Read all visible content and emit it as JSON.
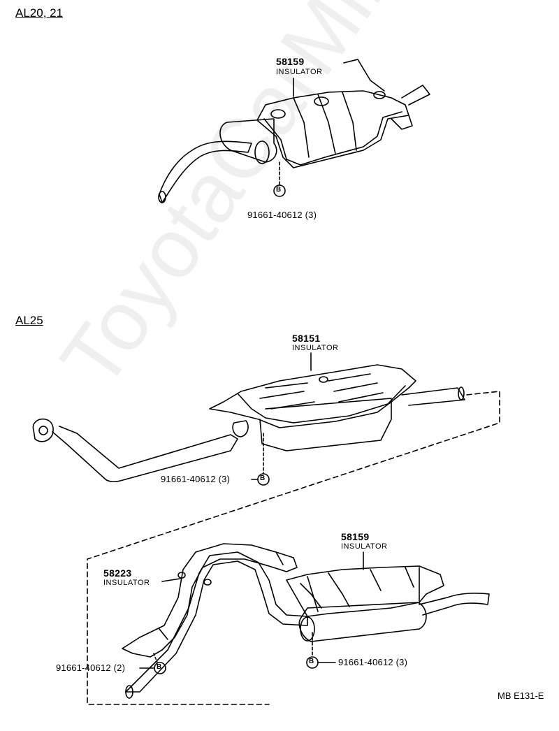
{
  "sections": [
    {
      "id": "top",
      "title": "AL20, 21"
    },
    {
      "id": "bottom",
      "title": "AL25"
    }
  ],
  "callouts": [
    {
      "part_no": "58159",
      "name": "INSULATOR"
    },
    {
      "part_no": "58151",
      "name": "INSULATOR"
    },
    {
      "part_no": "58159",
      "name": "INSULATOR"
    },
    {
      "part_no": "58223",
      "name": "INSULATOR"
    }
  ],
  "bolts": [
    {
      "text": "91661-40612 (3)",
      "marker": "B"
    },
    {
      "text": "91661-40612 (3)",
      "marker": "B"
    },
    {
      "text": "91661-40612 (2)",
      "marker": "B"
    },
    {
      "text": "91661-40612 (3)",
      "marker": "B"
    }
  ],
  "figure_code": "MB E131-E",
  "watermark": "ToyotaCarMine.ru"
}
